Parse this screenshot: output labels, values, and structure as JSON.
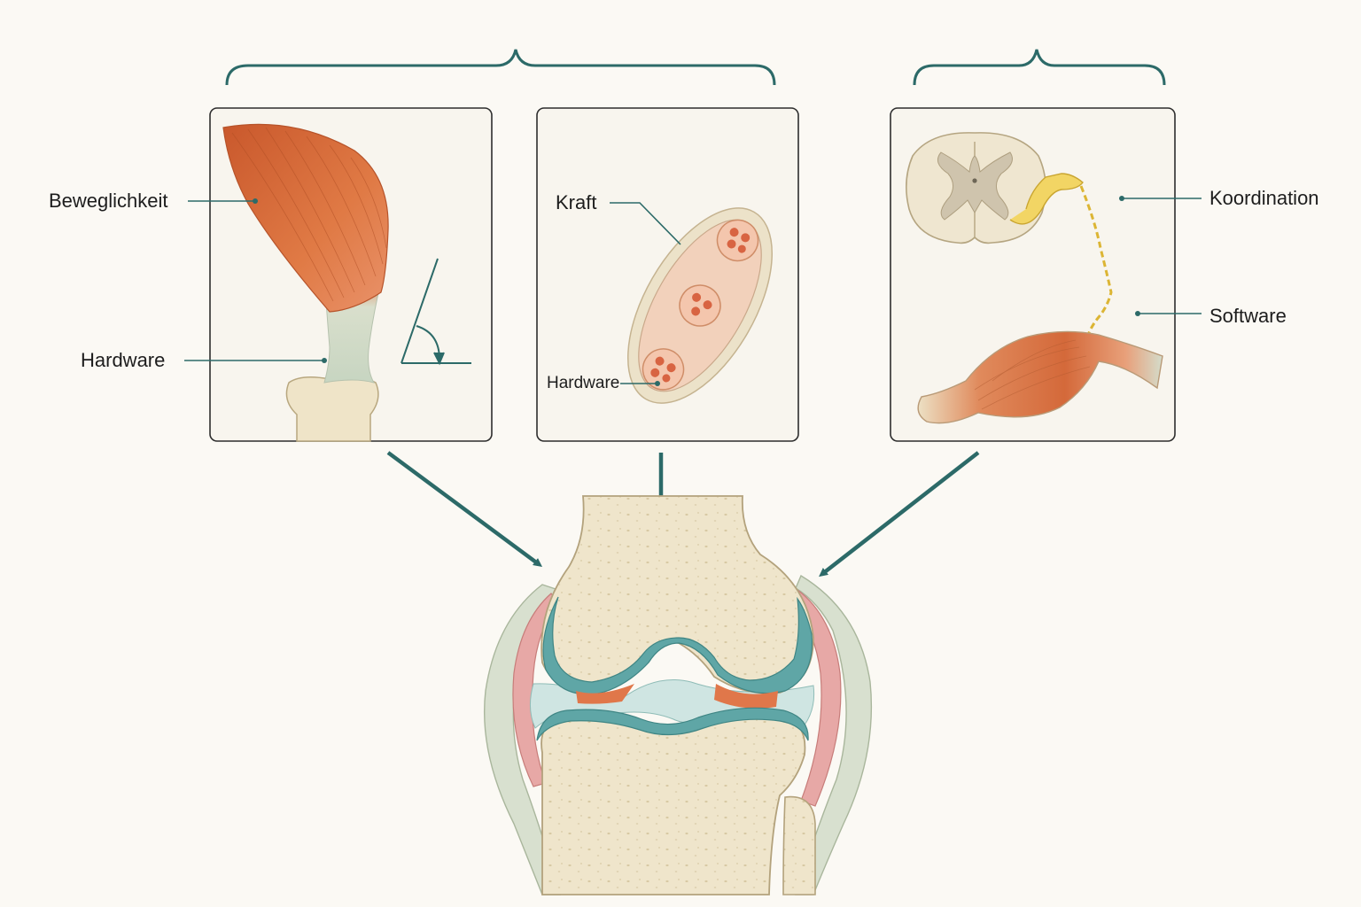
{
  "labels": {
    "panel1_top": "Beweglichkeit",
    "panel1_bottom": "Hardware",
    "panel2_top": "Kraft",
    "panel2_bottom": "Hardware",
    "panel3_top": "Koordination",
    "panel3_bottom": "Software"
  },
  "colors": {
    "background": "#fbf9f4",
    "accent_teal": "#2c6a68",
    "muscle": "#d8703f",
    "tendon": "#cfdccb",
    "bone": "#eee3c8",
    "cartilage": "#5fa6a6",
    "synovial": "#e6a4a4",
    "nerve": "#e8c84a"
  }
}
